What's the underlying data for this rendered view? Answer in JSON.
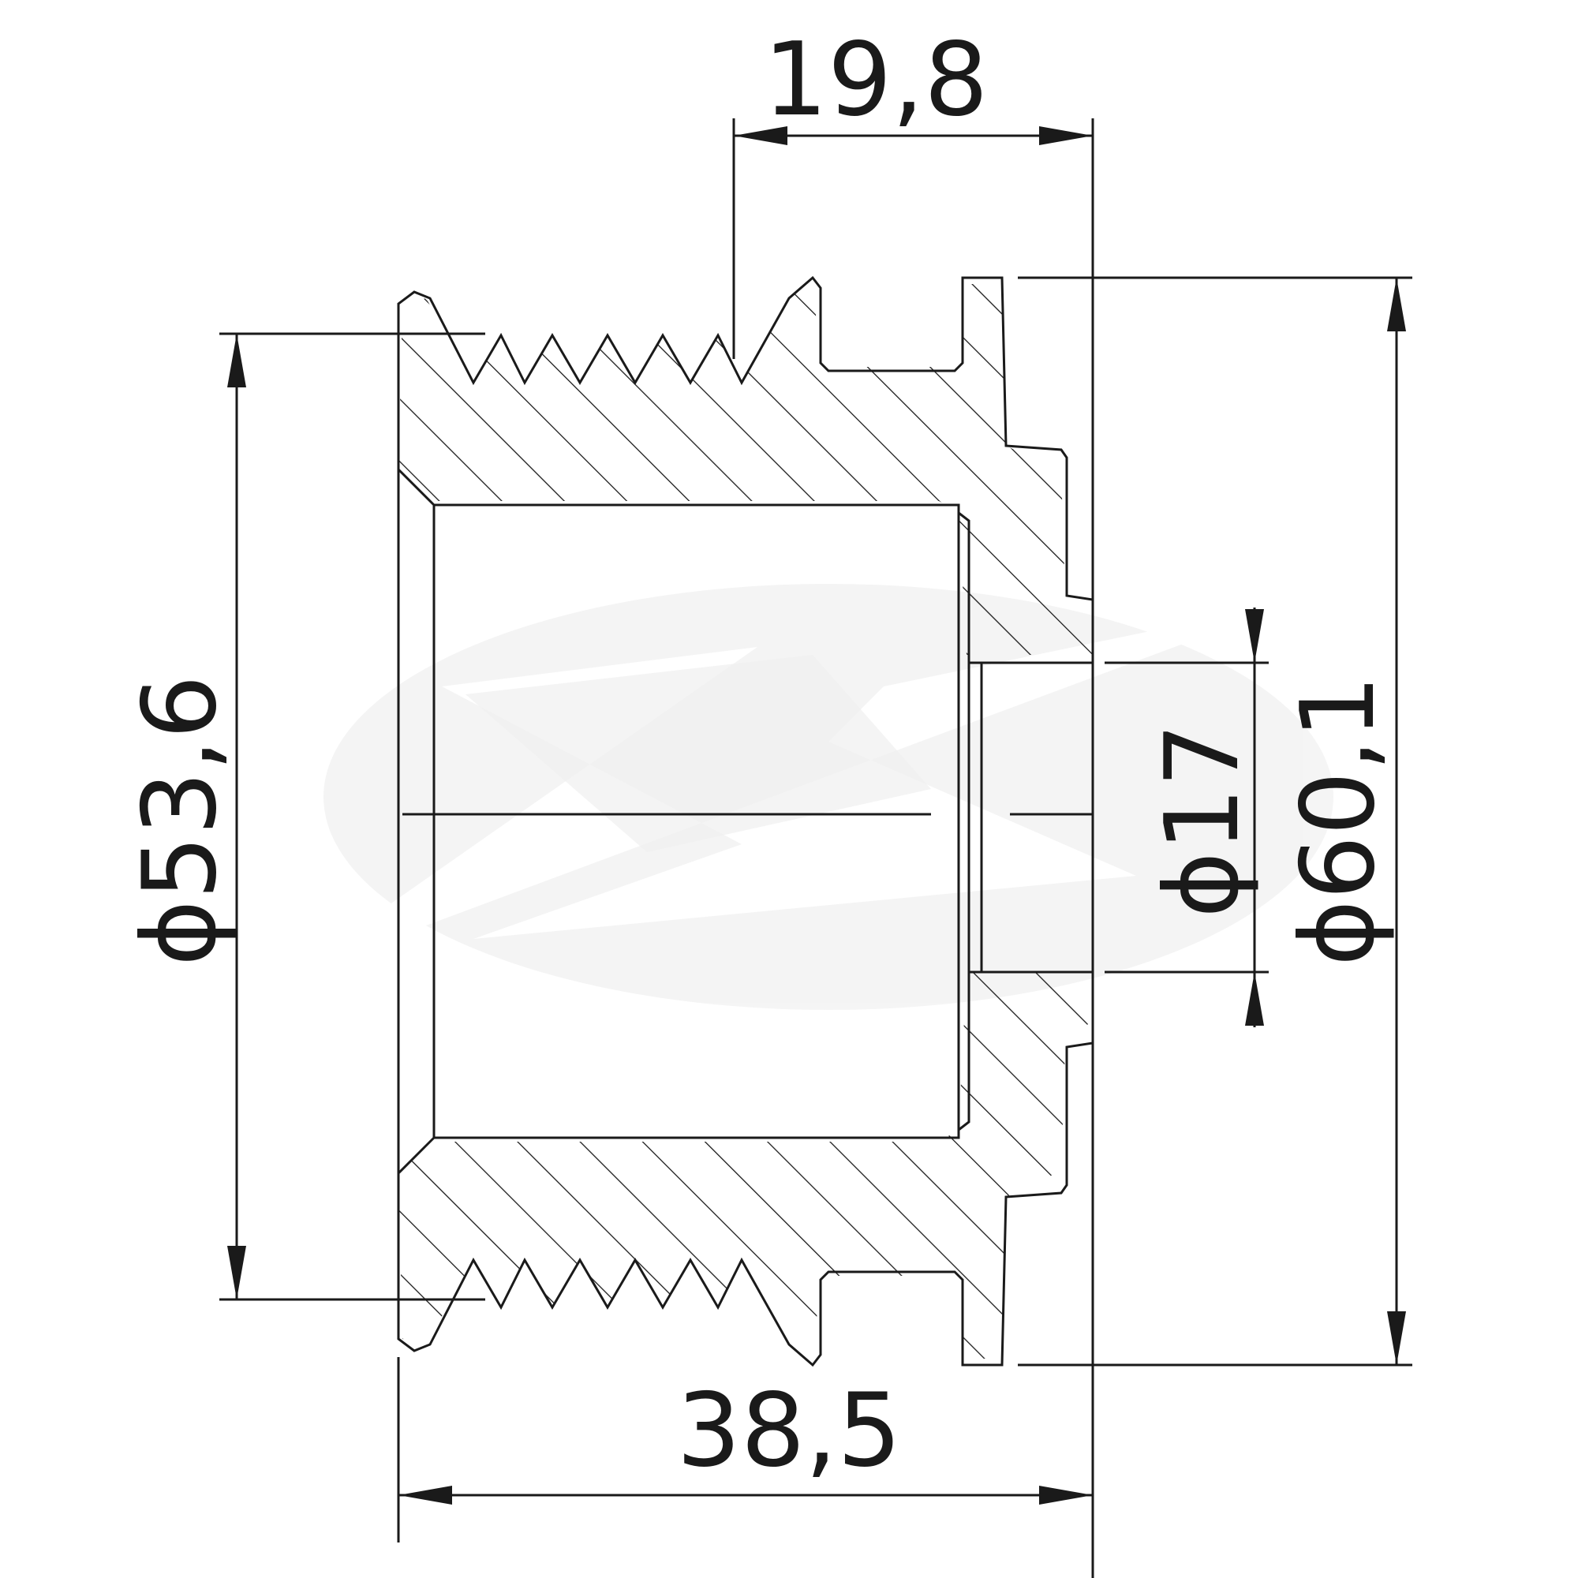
{
  "dimensions": {
    "top_width": "19,8",
    "left_diameter": "ϕ53,6",
    "bore_diameter": "ϕ17",
    "outer_diameter": "ϕ60,1",
    "total_length": "38,5"
  },
  "colors": {
    "line": "#1a1a1a",
    "watermark": "#ececec",
    "background": "#ffffff"
  },
  "icons": {
    "watermark": "swirl-logo-watermark"
  }
}
